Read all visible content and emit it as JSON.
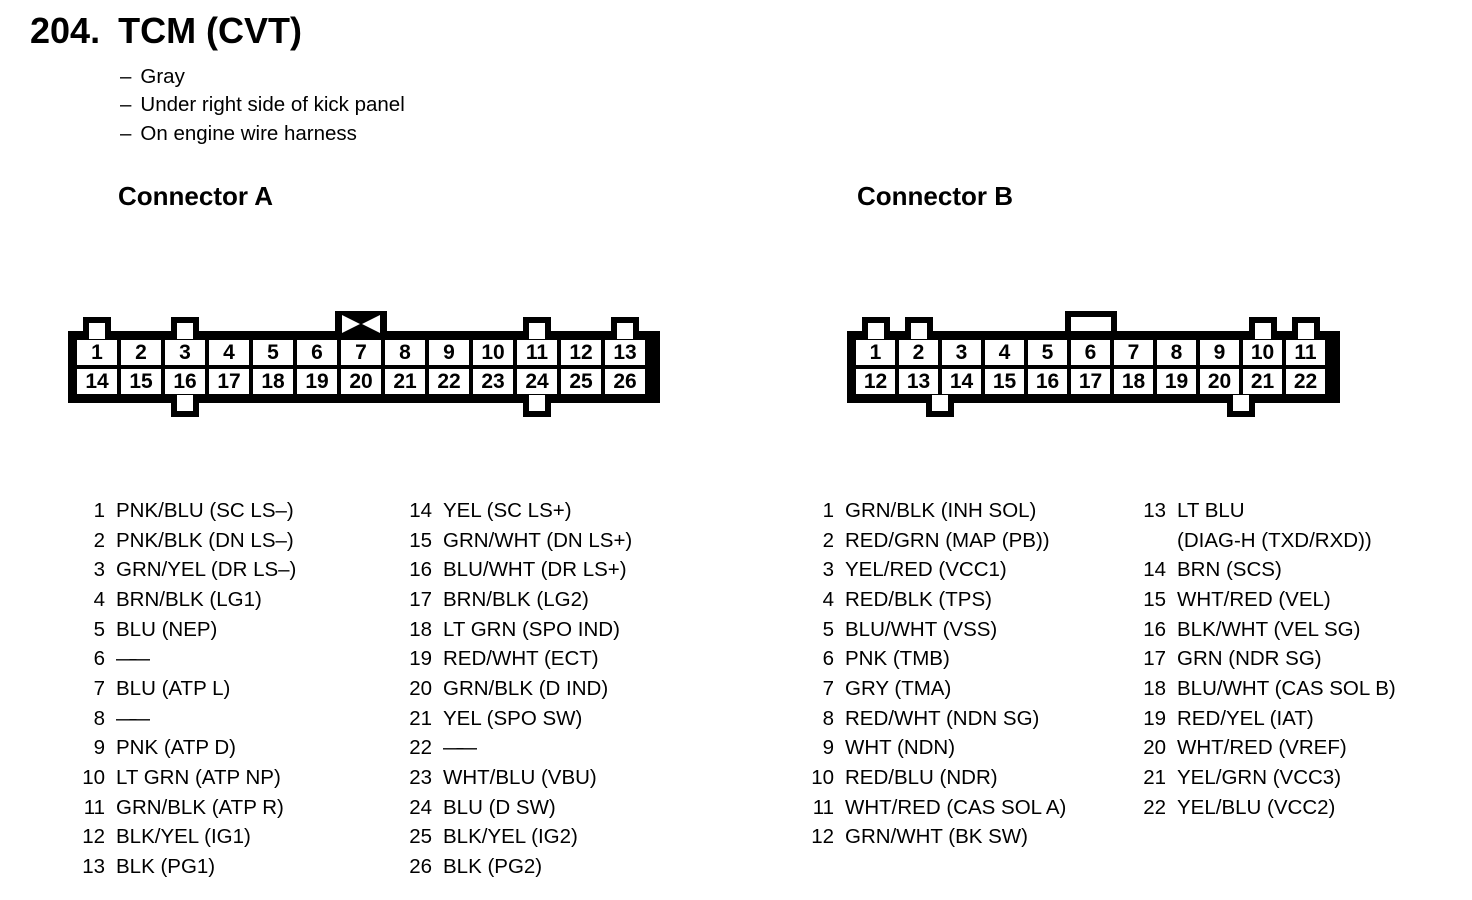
{
  "colors": {
    "ink": "#000000",
    "paper": "#ffffff"
  },
  "header": {
    "number": "204.",
    "title": "TCM (CVT)",
    "bullet": "–",
    "notes": [
      "Gray",
      "Under right side of kick panel",
      "On engine wire harness"
    ]
  },
  "connectors": [
    {
      "id": "A",
      "heading": "Connector A",
      "pin_rows": [
        [
          1,
          2,
          3,
          4,
          5,
          6,
          7,
          8,
          9,
          10,
          11,
          12,
          13
        ],
        [
          14,
          15,
          16,
          17,
          18,
          19,
          20,
          21,
          22,
          23,
          24,
          25,
          26
        ]
      ],
      "top_tabs": [
        1,
        3,
        11,
        13
      ],
      "bottom_tabs": [
        [
          16
        ],
        [
          24
        ]
      ],
      "key": {
        "type": "cross",
        "over_pin": 7
      },
      "pin_table": {
        "col1": [
          {
            "num": "1",
            "label": "PNK/BLU (SC LS–)"
          },
          {
            "num": "2",
            "label": "PNK/BLK (DN LS–)"
          },
          {
            "num": "3",
            "label": "GRN/YEL (DR LS–)"
          },
          {
            "num": "4",
            "label": "BRN/BLK (LG1)"
          },
          {
            "num": "5",
            "label": "BLU (NEP)"
          },
          {
            "num": "6",
            "label": "——"
          },
          {
            "num": "7",
            "label": "BLU (ATP L)"
          },
          {
            "num": "8",
            "label": "——"
          },
          {
            "num": "9",
            "label": "PNK (ATP D)"
          },
          {
            "num": "10",
            "label": "LT GRN (ATP NP)"
          },
          {
            "num": "11",
            "label": "GRN/BLK (ATP R)"
          },
          {
            "num": "12",
            "label": "BLK/YEL (IG1)"
          },
          {
            "num": "13",
            "label": "BLK (PG1)"
          }
        ],
        "col2": [
          {
            "num": "14",
            "label": "YEL (SC LS+)"
          },
          {
            "num": "15",
            "label": "GRN/WHT (DN LS+)"
          },
          {
            "num": "16",
            "label": "BLU/WHT (DR LS+)"
          },
          {
            "num": "17",
            "label": "BRN/BLK (LG2)"
          },
          {
            "num": "18",
            "label": "LT GRN (SPO IND)"
          },
          {
            "num": "19",
            "label": "RED/WHT (ECT)"
          },
          {
            "num": "20",
            "label": "GRN/BLK (D IND)"
          },
          {
            "num": "21",
            "label": "YEL (SPO SW)"
          },
          {
            "num": "22",
            "label": "——"
          },
          {
            "num": "23",
            "label": "WHT/BLU (VBU)"
          },
          {
            "num": "24",
            "label": "BLU (D SW)"
          },
          {
            "num": "25",
            "label": "BLK/YEL (IG2)"
          },
          {
            "num": "26",
            "label": "BLK (PG2)"
          }
        ]
      }
    },
    {
      "id": "B",
      "heading": "Connector B",
      "pin_rows": [
        [
          1,
          2,
          3,
          4,
          5,
          6,
          7,
          8,
          9,
          10,
          11
        ],
        [
          12,
          13,
          14,
          15,
          16,
          17,
          18,
          19,
          20,
          21,
          22
        ]
      ],
      "top_tabs": [
        1,
        2,
        10,
        11
      ],
      "bottom_tabs": [
        [
          13,
          14
        ],
        [
          20,
          21
        ]
      ],
      "key": {
        "type": "rect",
        "over_pin": 6
      },
      "pin_table": {
        "col1": [
          {
            "num": "1",
            "label": "GRN/BLK (INH SOL)"
          },
          {
            "num": "2",
            "label": "RED/GRN (MAP (PB))"
          },
          {
            "num": "3",
            "label": "YEL/RED (VCC1)"
          },
          {
            "num": "4",
            "label": "RED/BLK (TPS)"
          },
          {
            "num": "5",
            "label": "BLU/WHT (VSS)"
          },
          {
            "num": "6",
            "label": "PNK (TMB)"
          },
          {
            "num": "7",
            "label": "GRY (TMA)"
          },
          {
            "num": "8",
            "label": "RED/WHT (NDN SG)"
          },
          {
            "num": "9",
            "label": "WHT (NDN)"
          },
          {
            "num": "10",
            "label": "RED/BLU (NDR)"
          },
          {
            "num": "11",
            "label": "WHT/RED (CAS SOL A)"
          },
          {
            "num": "12",
            "label": "GRN/WHT (BK SW)"
          }
        ],
        "col2": [
          {
            "num": "13",
            "label": "LT BLU",
            "label2": "(DIAG-H (TXD/RXD))"
          },
          {
            "num": "14",
            "label": "BRN (SCS)"
          },
          {
            "num": "15",
            "label": "WHT/RED (VEL)"
          },
          {
            "num": "16",
            "label": "BLK/WHT (VEL SG)"
          },
          {
            "num": "17",
            "label": "GRN (NDR SG)"
          },
          {
            "num": "18",
            "label": "BLU/WHT (CAS SOL B)"
          },
          {
            "num": "19",
            "label": "RED/YEL (IAT)"
          },
          {
            "num": "20",
            "label": "WHT/RED (VREF)"
          },
          {
            "num": "21",
            "label": "YEL/GRN (VCC3)"
          },
          {
            "num": "22",
            "label": "YEL/BLU (VCC2)"
          }
        ]
      }
    }
  ]
}
